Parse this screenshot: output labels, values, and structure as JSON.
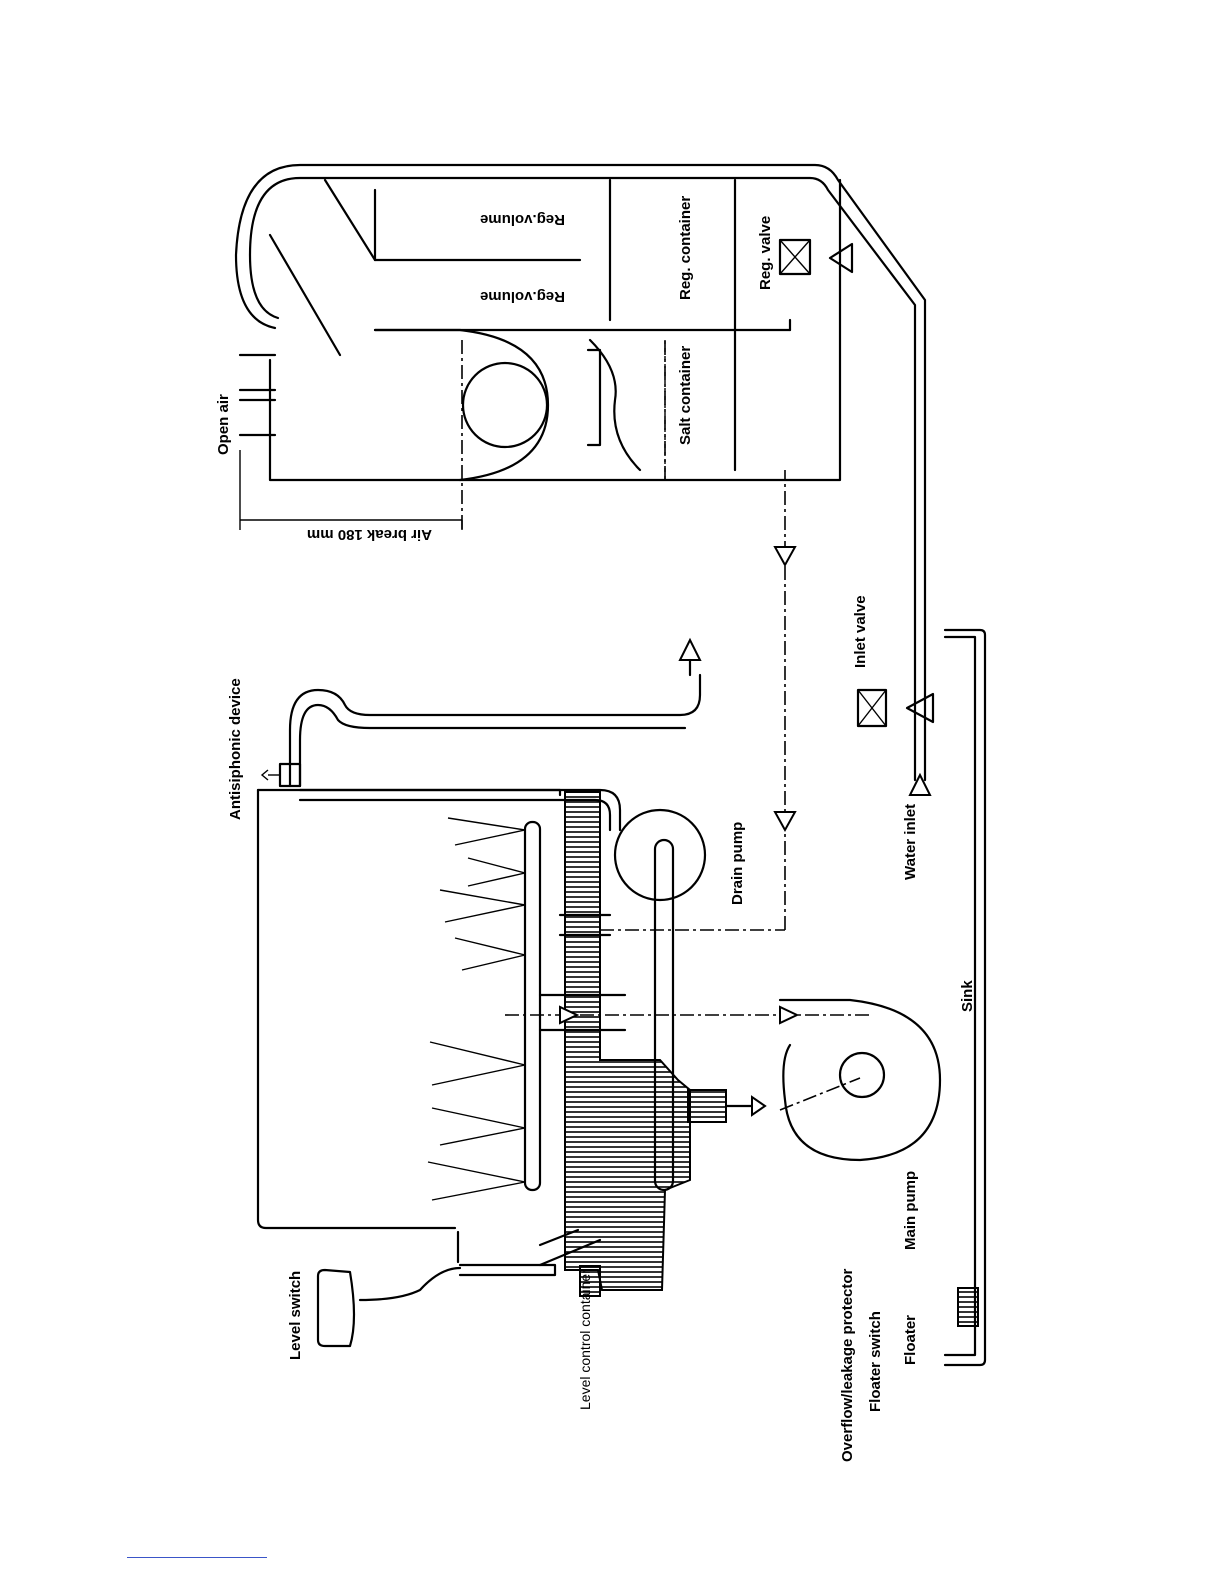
{
  "labels": {
    "level_switch": "Level switch",
    "level_control_container": "Level control container",
    "antisiphonic_device": "Antisiphonic device",
    "drain_pump": "Drain pump",
    "main_pump": "Main pump",
    "sink": "Sink",
    "water_inlet": "Water inlet",
    "inlet_valve": "Inlet valve",
    "overflow_protector": "Overflow/leakage protector",
    "floater_switch": "Floater switch",
    "floater": "Floater",
    "open_air": "Open air",
    "air_break": "Air break 180 mm",
    "salt_container": "Salt container",
    "reg_volume": "Reg.volume",
    "reg_container": "Reg. container",
    "reg_valve": "Reg. valve"
  }
}
